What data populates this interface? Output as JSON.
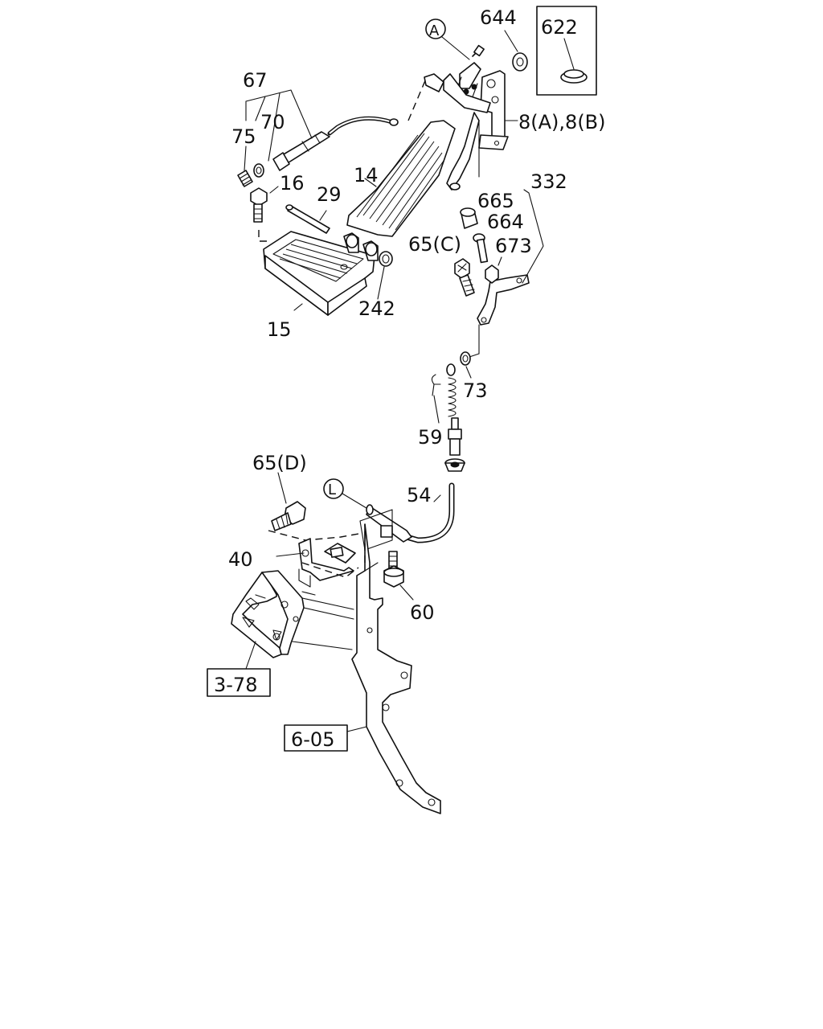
{
  "diagram": {
    "callouts": {
      "c644": "644",
      "c622": "622",
      "cA": "A",
      "c8": "8(A),8(B)",
      "c67": "67",
      "c70": "70",
      "c75": "75",
      "c16": "16",
      "c29": "29",
      "c14": "14",
      "c332": "332",
      "c665": "665",
      "c664": "664",
      "c673": "673",
      "c65c": "65(C)",
      "c15": "15",
      "c242": "242",
      "c73": "73",
      "c59": "59",
      "c65d": "65(D)",
      "cL": "L",
      "c54": "54",
      "c40": "40",
      "c60": "60",
      "c378": "3-78",
      "c605": "6-05"
    }
  }
}
